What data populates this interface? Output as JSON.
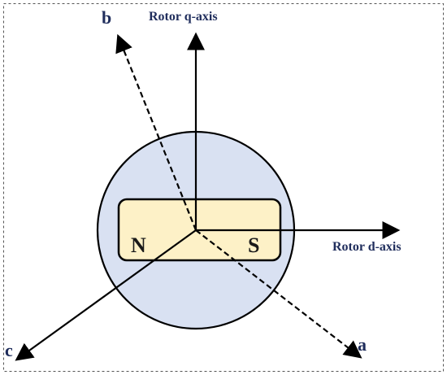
{
  "labels": {
    "phase_a": "a",
    "phase_b": "b",
    "phase_c": "c",
    "q_axis": "Rotor q-axis",
    "d_axis": "Rotor d-axis",
    "north": "N",
    "south": "S"
  },
  "colors": {
    "rotor_fill": "#d9e1f2",
    "magnet_fill": "#fdf1c7",
    "line": "#000000",
    "label_text": "#1f2d5c"
  }
}
